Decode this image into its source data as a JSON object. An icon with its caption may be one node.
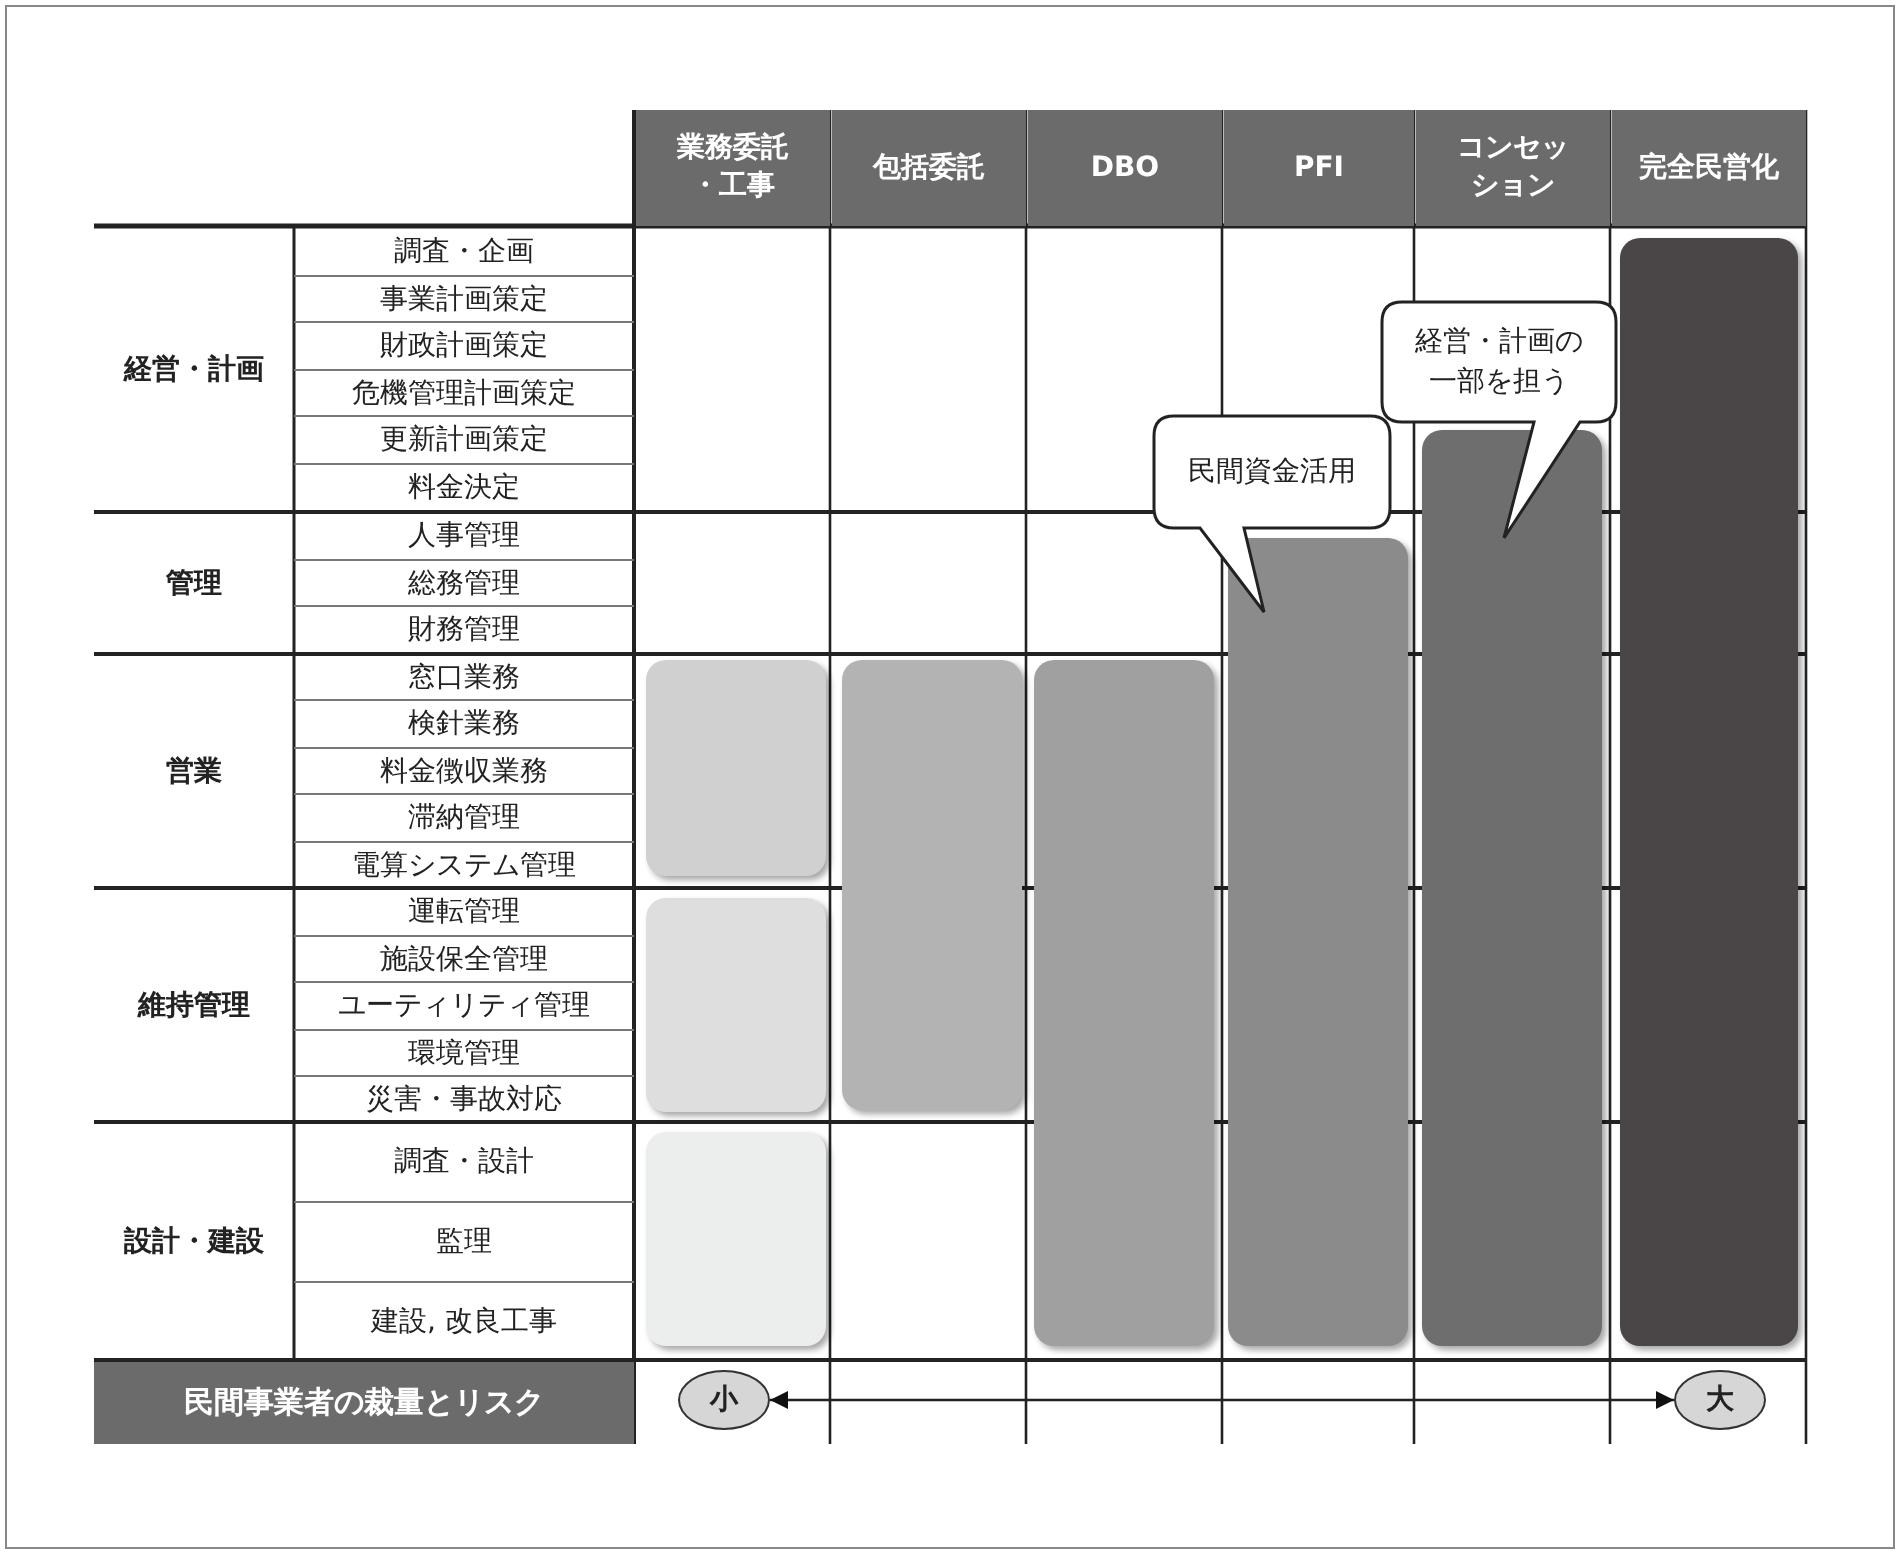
{
  "diagram": {
    "nodes": [
      {
        "text": [
          "経営・計画の一部を担う"
        ]
      },
      {
        "text": [
          "民間資金活用"
        ]
      },
      {
        "text": [],
        "shape": "bar"
      },
      {
        "text": [],
        "shape": "bar"
      },
      {
        "text": [],
        "shape": "bar"
      },
      {
        "text": [],
        "shape": "bar"
      },
      {
        "text": [],
        "shape": "bar"
      },
      {
        "text": [],
        "shape": "bar"
      },
      {
        "text": [],
        "shape": "bar"
      },
      {
        "text": [],
        "shape": "bar"
      },
      {
        "text": [
          "小"
        ]
      },
      {
        "text": [
          "大"
        ]
      }
    ],
    "edges": [
      {
        "from": 10,
        "to": 11,
        "arrow": "both"
      }
    ],
    "labels": [
      "業務委託・工事",
      "包括委託",
      "DBO",
      "PFI",
      "コンセッション",
      "完全民営化",
      "経営・計画",
      "調査・企画",
      "事業計画策定",
      "財政計画策定",
      "危機管理計画策定",
      "更新計画策定",
      "料金決定",
      "管理",
      "人事管理",
      "総務管理",
      "財務管理",
      "営業",
      "窓口業務",
      "検針業務",
      "料金徴収業務",
      "滞納管理",
      "電算システム管理",
      "維持管理",
      "運転管理",
      "施設保全管理",
      "ユーティリティ管理",
      "環境管理",
      "災害・事故対応",
      "設計・建設",
      "調査・設計",
      "監理",
      "建設, 改良工事",
      "民間事業者の裁量とリスク"
    ]
  }
}
